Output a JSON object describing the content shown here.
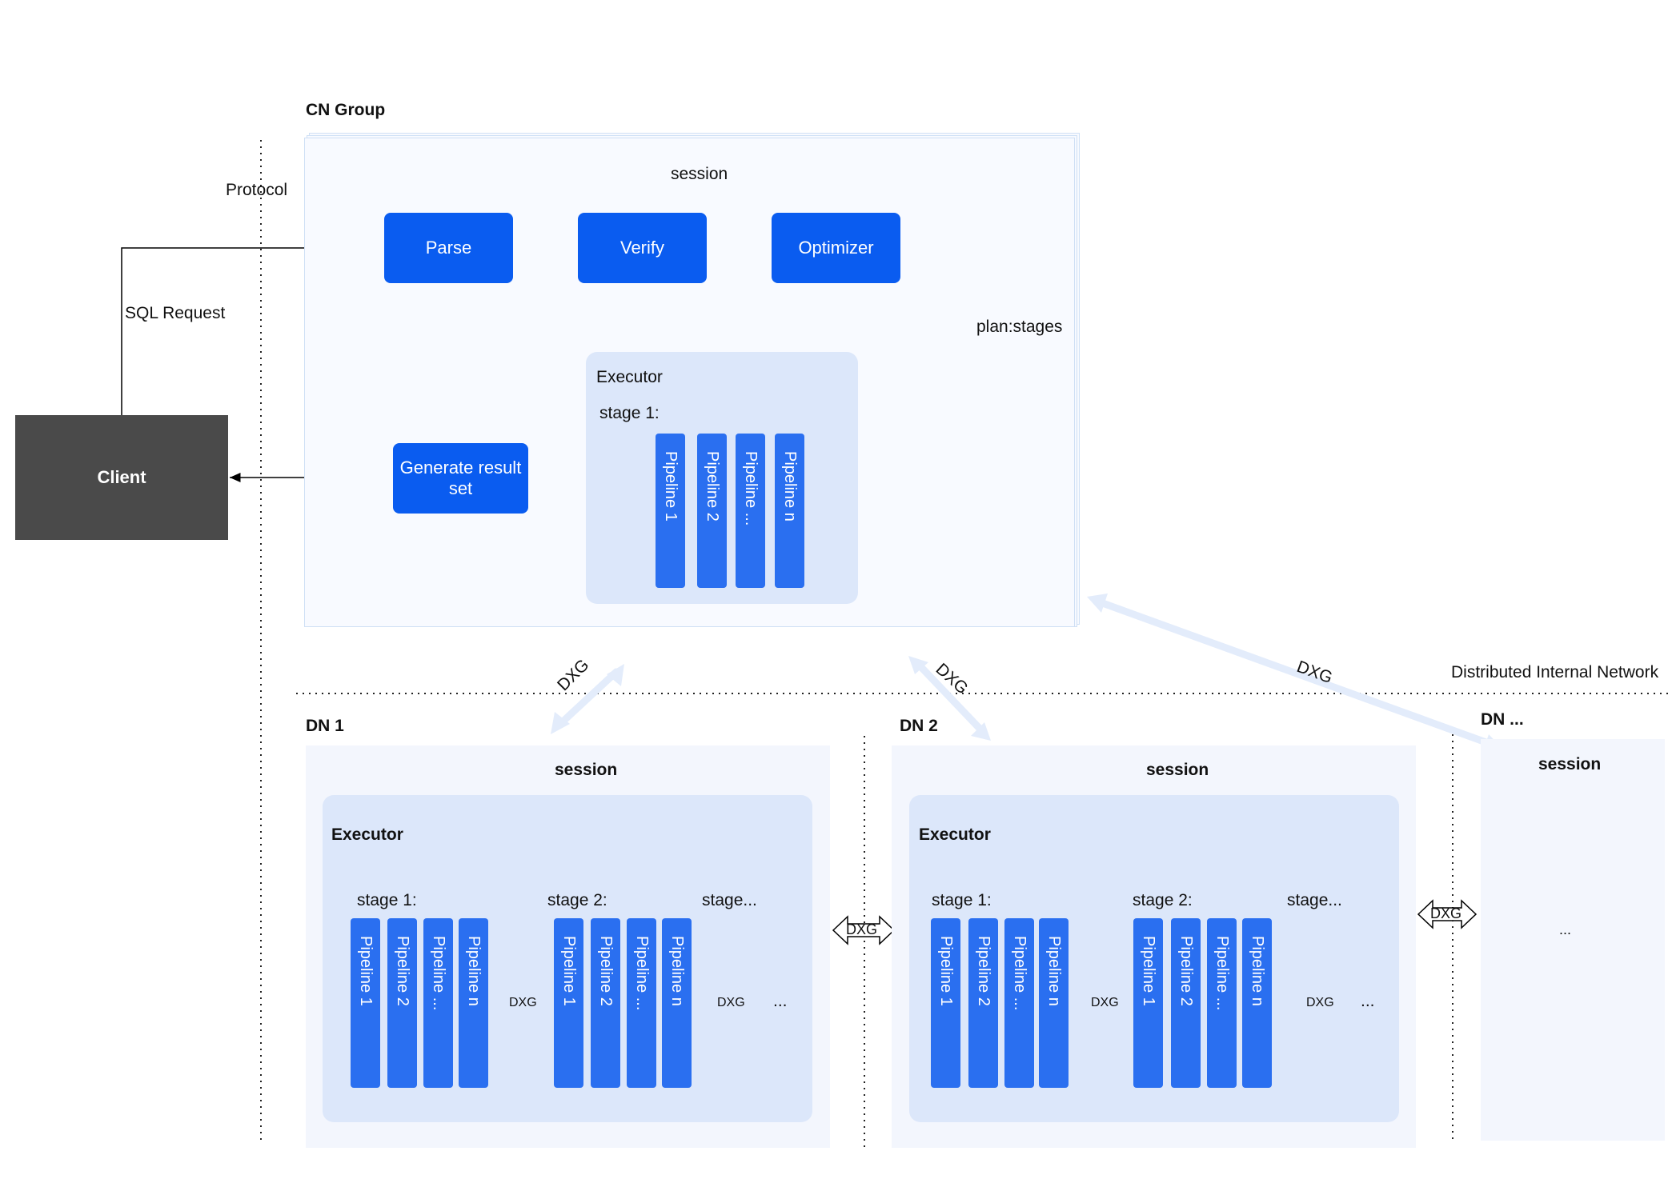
{
  "cn": {
    "group_label": "CN Group",
    "session_label": "session",
    "parse": "Parse",
    "verify": "Verify",
    "optimizer": "Optimizer",
    "plan_label": "plan:stages",
    "executor_label": "Executor",
    "stage_label": "stage 1:",
    "pipelines": [
      "Pipeline 1",
      "Pipeline 2",
      "Pipeline ...",
      "Pipeline n"
    ],
    "generate": "Generate result set"
  },
  "client": "Client",
  "protocol_label": "Protocol",
  "sql_label": "SQL Request",
  "network_label": "Distributed Internal Network",
  "dxg": "DXG",
  "dn1": {
    "label": "DN 1",
    "session_label": "session",
    "executor_label": "Executor",
    "stage1": "stage 1:",
    "stage2": "stage 2:",
    "stage_more": "stage...",
    "pipelines": [
      "Pipeline 1",
      "Pipeline 2",
      "Pipeline ...",
      "Pipeline n"
    ],
    "more": "..."
  },
  "dn2": {
    "label": "DN 2",
    "session_label": "session",
    "executor_label": "Executor",
    "stage1": "stage 1:",
    "stage2": "stage 2:",
    "stage_more": "stage...",
    "pipelines": [
      "Pipeline 1",
      "Pipeline 2",
      "Pipeline ...",
      "Pipeline n"
    ],
    "more": "..."
  },
  "dn3": {
    "label": "DN ...",
    "session_label": "session",
    "more": "..."
  },
  "colors": {
    "button": "#0a5cf0",
    "pipeline": "#2a6ff0",
    "executor_bg": "#dce7fa",
    "client_bg": "#4a4a4a",
    "dxg_arrow": "#e3ecfb"
  }
}
